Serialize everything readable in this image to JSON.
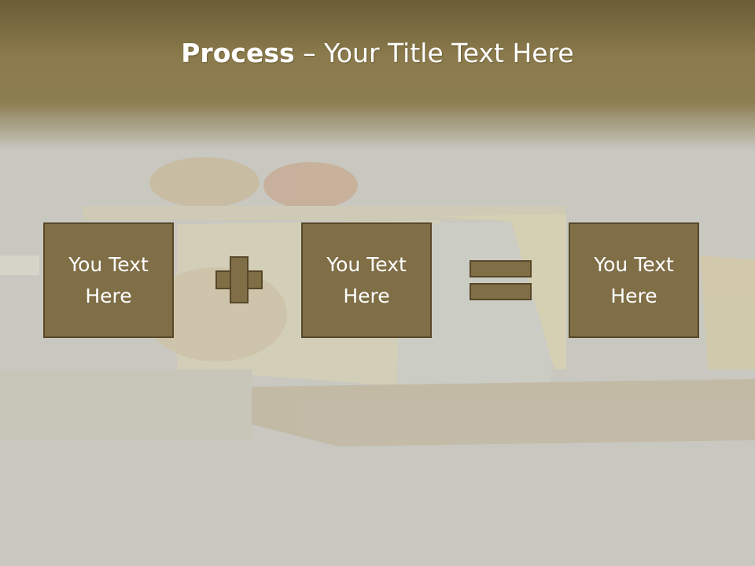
{
  "slide": {
    "title_bold": "Process",
    "title_rest": " – Your Title Text Here",
    "boxes": [
      {
        "line1": "You Text",
        "line2": "Here"
      },
      {
        "line1": "You Text",
        "line2": "Here"
      },
      {
        "line1": "You Text",
        "line2": "Here"
      }
    ],
    "operators": [
      "plus-icon",
      "equals-icon"
    ]
  },
  "colors": {
    "header_band": "#8a7a4c",
    "box_fill": "#7f6e46",
    "box_border": "#58482a",
    "text": "#ffffff"
  }
}
